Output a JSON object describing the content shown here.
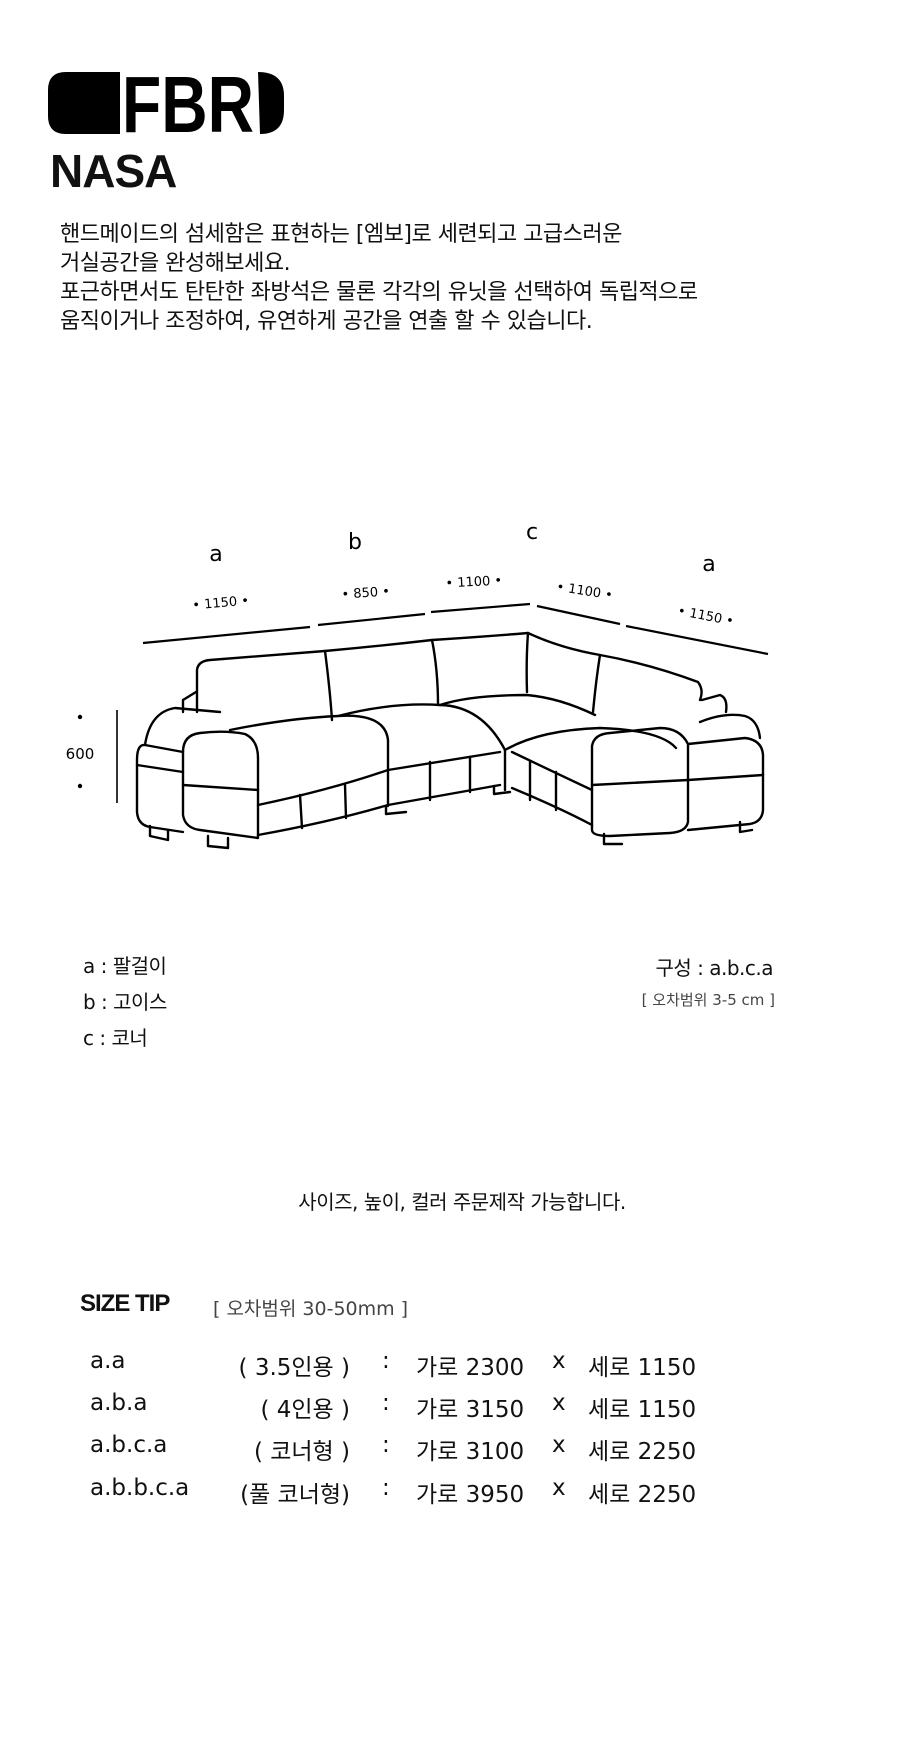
{
  "brand": {
    "logo_text": "FBR",
    "product_name": "NASA"
  },
  "description": [
    "핸드메이드의 섬세함은 표현하는 [엠보]로 세련되고 고급스러운",
    "거실공간을 완성해보세요.",
    "포근하면서도 탄탄한 좌방석은 물론 각각의 유닛을 선택하여 독립적으로",
    "움직이거나 조정하여, 유연하게 공간을 연출 할 수 있습니다."
  ],
  "diagram": {
    "module_labels": [
      "a",
      "b",
      "c",
      "a"
    ],
    "dimensions": [
      "• 1150 •",
      "• 850 •",
      "• 1100 •",
      "• 1100 •",
      "• 1150 •"
    ],
    "height": "600"
  },
  "legend": [
    "a : 팔걸이",
    "b : 고이스",
    "c : 코너"
  ],
  "composition": {
    "label": "구성 : a.b.c.a",
    "tolerance": "[ 오차범위 3-5 cm ]"
  },
  "custom_note": "사이즈, 높이, 컬러 주문제작 가능합니다.",
  "size_tip": {
    "title": "SIZE TIP",
    "tolerance": "[ 오차범위 30-50mm ]",
    "rows": [
      {
        "config": "a.a",
        "type": "( 3.5인용 )",
        "sep": ":",
        "width": "가로 2300",
        "x": "x",
        "depth": "세로 1150"
      },
      {
        "config": "a.b.a",
        "type": "( 4인용 )",
        "sep": ":",
        "width": "가로 3150",
        "x": "x",
        "depth": "세로 1150"
      },
      {
        "config": "a.b.c.a",
        "type": "( 코너형 )",
        "sep": ":",
        "width": "가로 3100",
        "x": "x",
        "depth": "세로 2250"
      },
      {
        "config": "a.b.b.c.a",
        "type": "(풀 코너형)",
        "sep": ":",
        "width": "가로 3950",
        "x": "x",
        "depth": "세로 2250"
      }
    ]
  }
}
